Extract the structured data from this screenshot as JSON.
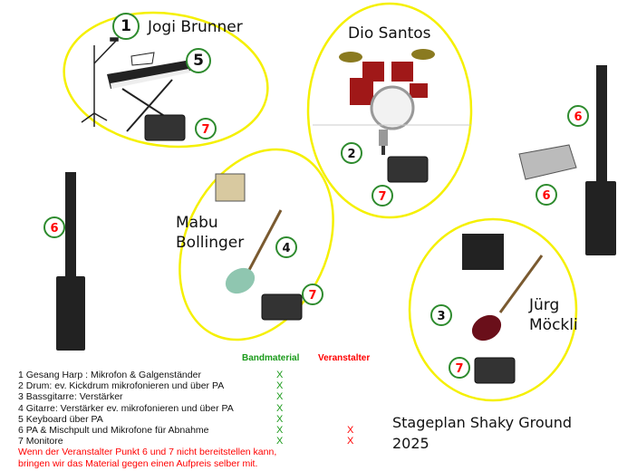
{
  "musicians": [
    {
      "name": "Jogi Brunner"
    },
    {
      "name": "Dio Santos"
    },
    {
      "name": "Mabu Bollinger",
      "line1": "Mabu",
      "line2": "Bollinger"
    },
    {
      "name": "Jürg Möckli",
      "line1": "Jürg",
      "line2": "Möckli"
    }
  ],
  "markers": {
    "one": "1",
    "two": "2",
    "three": "3",
    "four": "4",
    "five": "5",
    "six": "6",
    "seven": "7"
  },
  "title": {
    "line1": "Stageplan Shaky Ground",
    "line2": "2025"
  },
  "table": {
    "col_band": "Bandmaterial",
    "col_host": "Veranstalter",
    "rows": [
      {
        "text": "1 Gesang Harp : Mikrofon & Galgenständer",
        "band": "X",
        "host": ""
      },
      {
        "text": "2 Drum: ev. Kickdrum mikrofonieren und über PA",
        "band": "X",
        "host": ""
      },
      {
        "text": "3 Bassgitarre: Verstärker",
        "band": "X",
        "host": ""
      },
      {
        "text": "4 Gitarre: Verstärker ev. mikrofonieren und über PA",
        "band": "X",
        "host": ""
      },
      {
        "text": "5 Keyboard über PA",
        "band": "X",
        "host": ""
      },
      {
        "text": "6 PA & Mischpult und Mikrofone für Abnahme",
        "band": "X",
        "host": "X"
      },
      {
        "text": "7 Monitore",
        "band": "X",
        "host": "X"
      }
    ],
    "note1": "Wenn der Veranstalter Punkt 6 und 7 nicht bereitstellen kann,",
    "note2": "bringen wir das Material gegen einen Aufpreis selber mit."
  },
  "colors": {
    "ellipse": "#f5f000",
    "circle": "#2e8b2e",
    "band": "#1a9a1a",
    "host": "#ff0000"
  }
}
